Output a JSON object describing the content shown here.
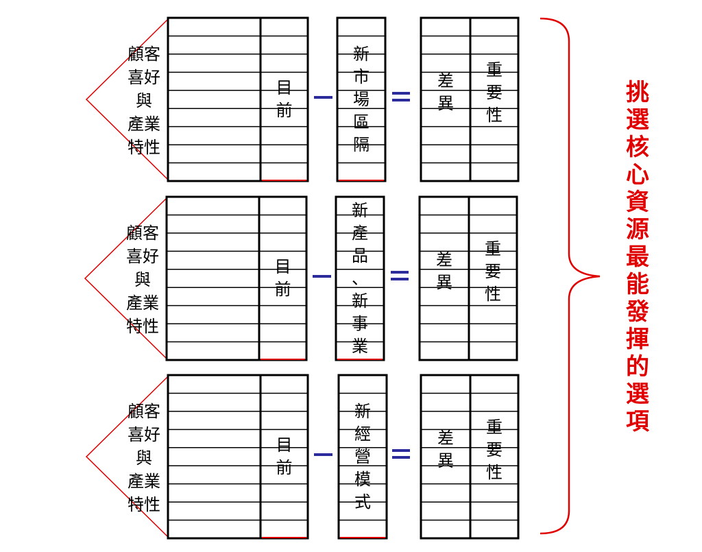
{
  "colors": {
    "red": "#e00000",
    "operator": "#2b2b9b",
    "line": "#000000"
  },
  "rows": [
    {
      "left_label": [
        "顧客",
        "喜好",
        "與",
        "產業",
        "特性"
      ],
      "current": "目前",
      "new_item": "新市場區隔",
      "diff": "差異",
      "importance": "重要性"
    },
    {
      "left_label": [
        "顧客",
        "喜好",
        "與",
        "產業",
        "特性"
      ],
      "current": "目前",
      "new_item": "新產品、新事業",
      "diff": "差異",
      "importance": "重要性"
    },
    {
      "left_label": [
        "顧客",
        "喜好",
        "與",
        "產業",
        "特性"
      ],
      "current": "目前",
      "new_item": "新經營模式",
      "diff": "差異",
      "importance": "重要性"
    }
  ],
  "operators": {
    "minus": "−",
    "equals": "="
  },
  "side_label": "挑選核心資源最能發揮的選項"
}
